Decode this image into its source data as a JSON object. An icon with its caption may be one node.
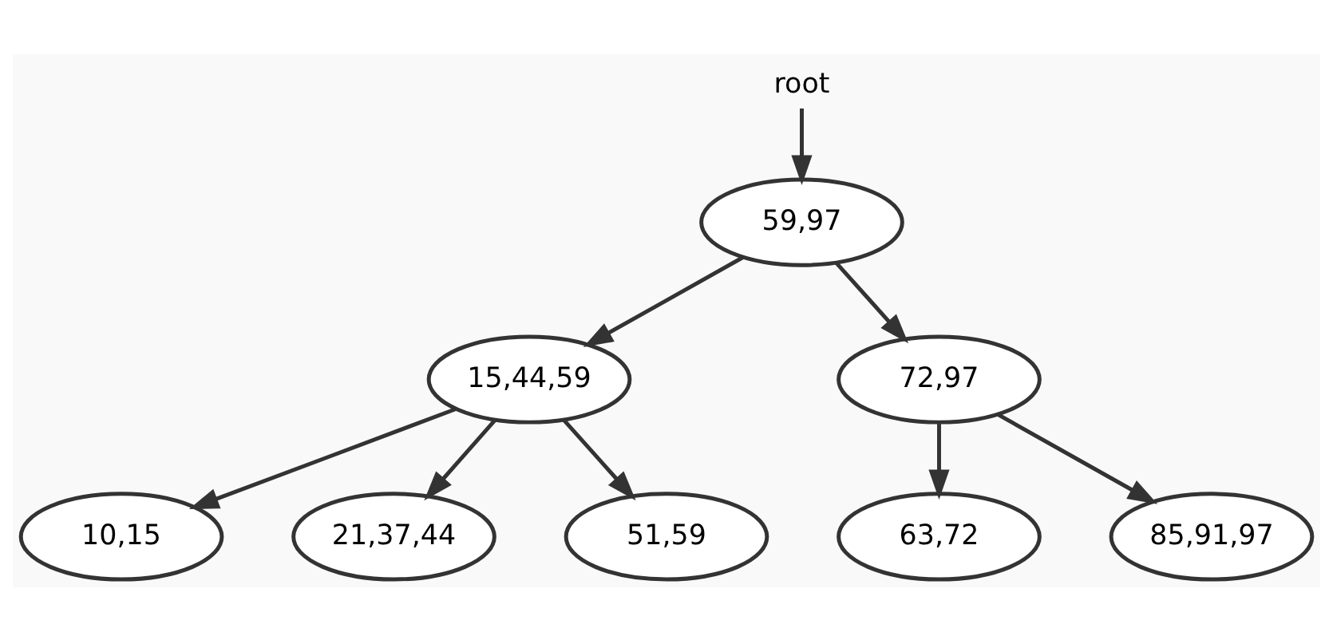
{
  "diagram": {
    "nodes": [
      {
        "text": [
          "root"
        ]
      },
      {
        "text": [
          "59,97"
        ]
      },
      {
        "text": [
          "15,44,59"
        ]
      },
      {
        "text": [
          "72,97"
        ]
      },
      {
        "text": [
          "10,15"
        ]
      },
      {
        "text": [
          "21,37,44"
        ]
      },
      {
        "text": [
          "51,59"
        ]
      },
      {
        "text": [
          "63,72"
        ]
      },
      {
        "text": [
          "85,91,97"
        ]
      }
    ],
    "edges": [
      {
        "from": 0,
        "to": 1,
        "arrow": "to"
      },
      {
        "from": 1,
        "to": 2,
        "arrow": "to"
      },
      {
        "from": 1,
        "to": 3,
        "arrow": "to"
      },
      {
        "from": 2,
        "to": 4,
        "arrow": "to"
      },
      {
        "from": 2,
        "to": 5,
        "arrow": "to"
      },
      {
        "from": 2,
        "to": 6,
        "arrow": "to"
      },
      {
        "from": 3,
        "to": 7,
        "arrow": "to"
      },
      {
        "from": 3,
        "to": 8,
        "arrow": "to"
      }
    ]
  }
}
